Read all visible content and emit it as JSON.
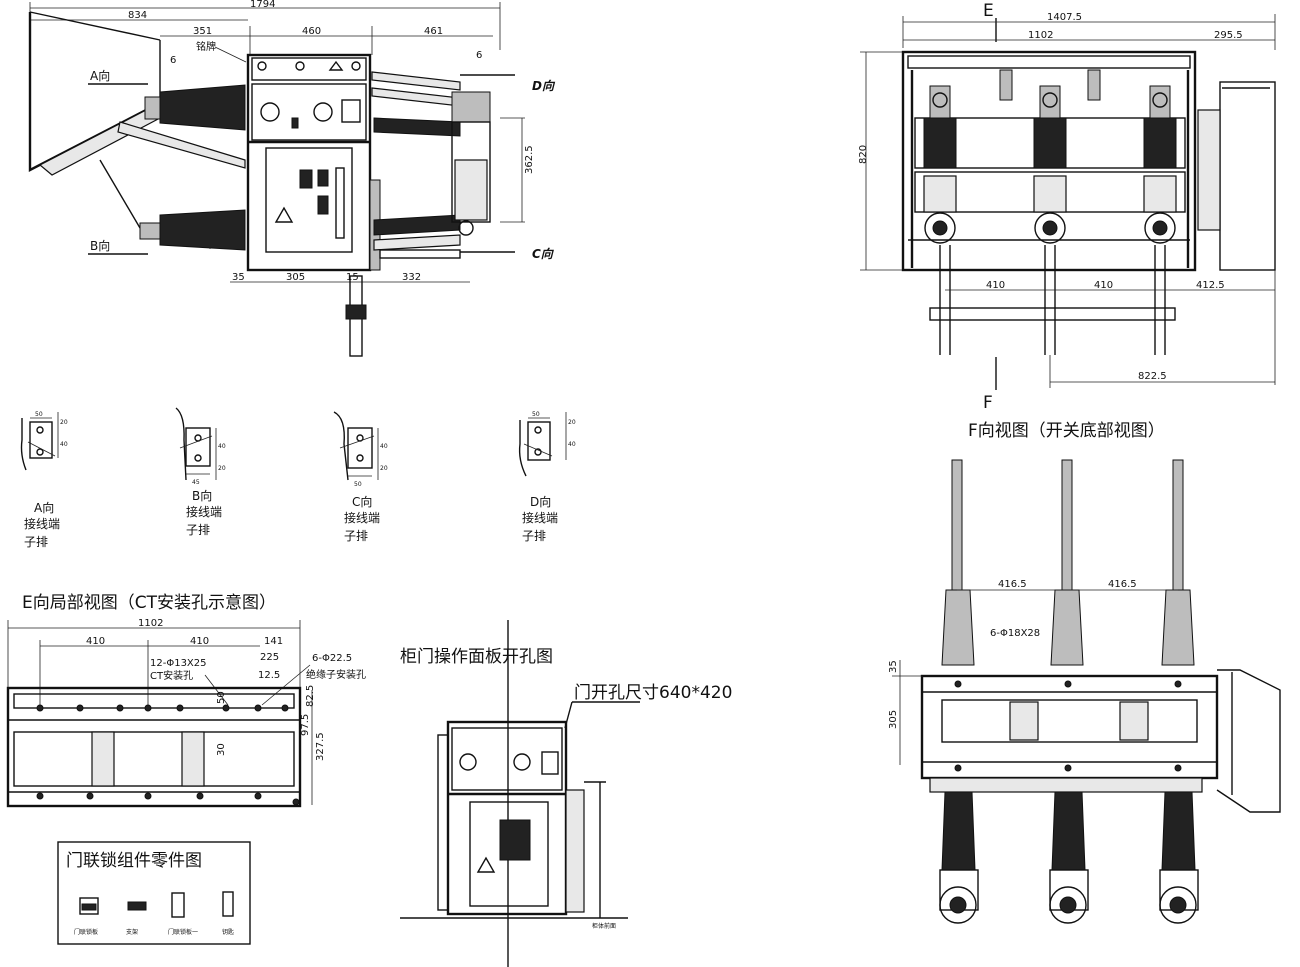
{
  "main_view": {
    "dims": {
      "total_width": "1794",
      "left_span": "834",
      "d351": "351",
      "d460": "460",
      "d461": "461",
      "d6a": "6",
      "d6b": "6",
      "d35": "35",
      "d305": "305",
      "d15": "15",
      "d332": "332",
      "d362": "362.5"
    },
    "labels": {
      "a_dir": "A向",
      "b_dir": "B向",
      "c_dir": "C向",
      "d_dir": "D向",
      "plate": "铭牌"
    }
  },
  "top_right_view": {
    "e_marker": "E",
    "f_marker": "F",
    "dims": {
      "total_width": "1407.5",
      "inner_width": "1102",
      "right_offset": "295.5",
      "height": "820",
      "pitch1": "410",
      "pitch2": "410",
      "right_pitch": "412.5",
      "bottom_span": "822.5"
    }
  },
  "terminals": [
    {
      "line1": "A向",
      "line2": "接线端",
      "line3": "子排",
      "d_top": "50",
      "d_right_a": "20",
      "d_right_b": "40"
    },
    {
      "line1": "B向",
      "line2": "接线端",
      "line3": "子排",
      "d_bottom": "45",
      "d_right_a": "40",
      "d_right_b": "20"
    },
    {
      "line1": "C向",
      "line2": "接线端",
      "line3": "子排",
      "d_bottom": "50",
      "d_right_a": "40",
      "d_right_b": "20"
    },
    {
      "line1": "D向",
      "line2": "接线端",
      "line3": "子排",
      "d_top": "50",
      "d_right_a": "20",
      "d_right_b": "40"
    }
  ],
  "e_view": {
    "title": "E向局部视图（CT安装孔示意图）",
    "dims": {
      "total": "1102",
      "p1": "410",
      "p2": "410",
      "p3": "141",
      "p4": "225",
      "p5": "12.5",
      "h1": "327.5",
      "h2": "82.5",
      "h3": "97.5",
      "v50": "50",
      "v30": "30"
    },
    "notes": {
      "ct_holes": "12-Φ13X25",
      "ct_holes_label": "CT安装孔",
      "ins_holes": "6-Φ22.5",
      "ins_holes_label": "绝缘子安装孔"
    }
  },
  "panel_view": {
    "title": "柜门操作面板开孔图",
    "note": "门开孔尺寸640*420",
    "small_note": "柜体前面"
  },
  "f_view": {
    "title": "F向视图（开关底部视图）",
    "dims": {
      "pitch1": "416.5",
      "pitch2": "416.5",
      "holes": "6-Φ18X28",
      "h35": "35",
      "h305": "305"
    }
  },
  "parts_box": {
    "title": "门联锁组件零件图",
    "items": [
      "门联锁板",
      "支架",
      "门联锁板一",
      "钥匙"
    ]
  }
}
